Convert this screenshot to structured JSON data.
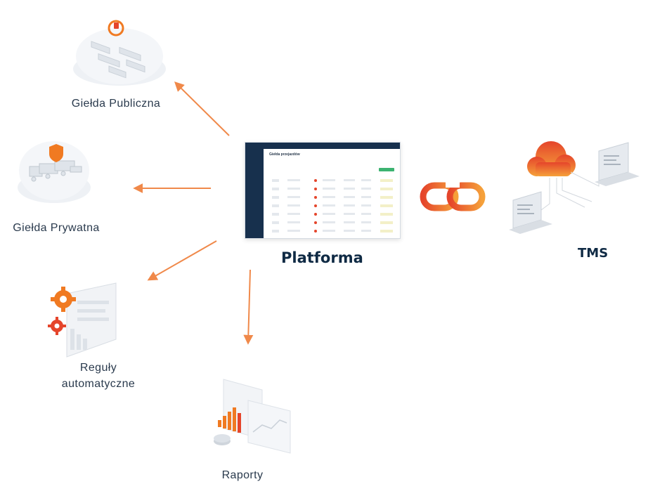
{
  "nodes": {
    "gielda_publiczna": "Giełda Publiczna",
    "gielda_prywatna": "Giełda Prywatna",
    "reguly_line1": "Reguły",
    "reguly_line2": "automatyczne",
    "raporty": "Raporty",
    "platforma": "Platforma",
    "tms": "TMS"
  },
  "platform_screen": {
    "header": "Giełda przejazdów"
  },
  "colors": {
    "accent_orange": "#f07a22",
    "accent_red": "#e5452b",
    "navy": "#0f2a44",
    "sidebar": "#17304d",
    "button_green": "#3cb371"
  },
  "icons": [
    "truck-icon",
    "shield-icon",
    "gear-icon",
    "chart-icon",
    "cloud-icon",
    "laptop-icon",
    "link-icon"
  ]
}
